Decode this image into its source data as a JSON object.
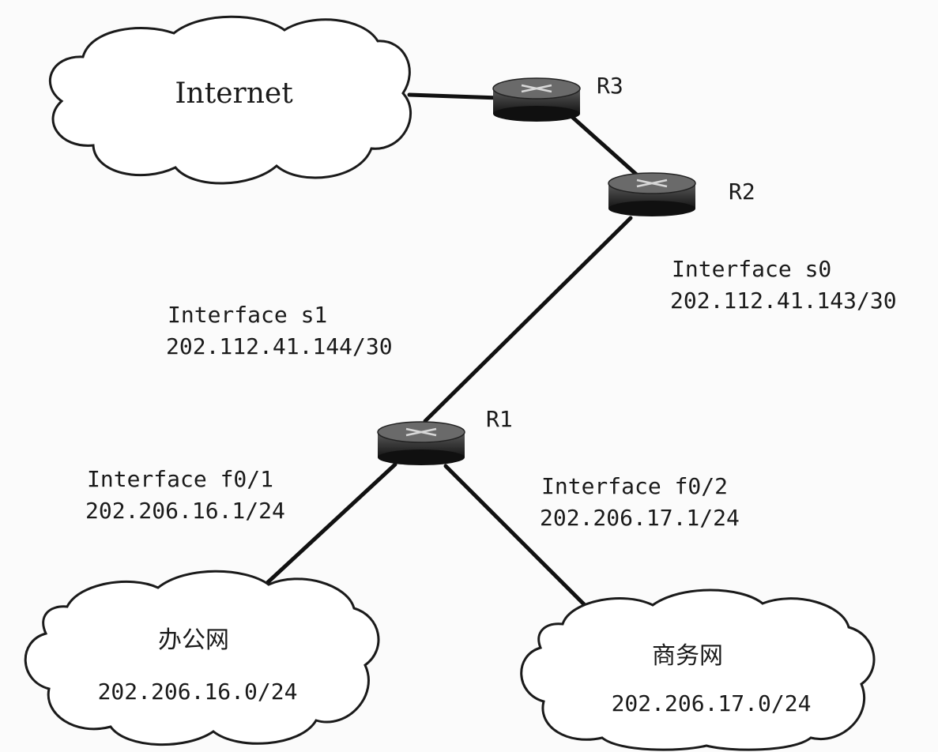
{
  "clouds": {
    "internet": {
      "label": "Internet"
    },
    "office": {
      "label": "办公网",
      "network": "202.206.16.0/24"
    },
    "business": {
      "label": "商务网",
      "network": "202.206.17.0/24"
    }
  },
  "routers": {
    "r3": {
      "label": "R3"
    },
    "r2": {
      "label": "R2"
    },
    "r1": {
      "label": "R1"
    }
  },
  "interfaces": {
    "s0": {
      "name": "Interface s0",
      "address": "202.112.41.143/30"
    },
    "s1": {
      "name": "Interface s1",
      "address": "202.112.41.144/30"
    },
    "f01": {
      "name": "Interface f0/1",
      "address": "202.206.16.1/24"
    },
    "f02": {
      "name": "Interface f0/2",
      "address": "202.206.17.1/24"
    }
  }
}
